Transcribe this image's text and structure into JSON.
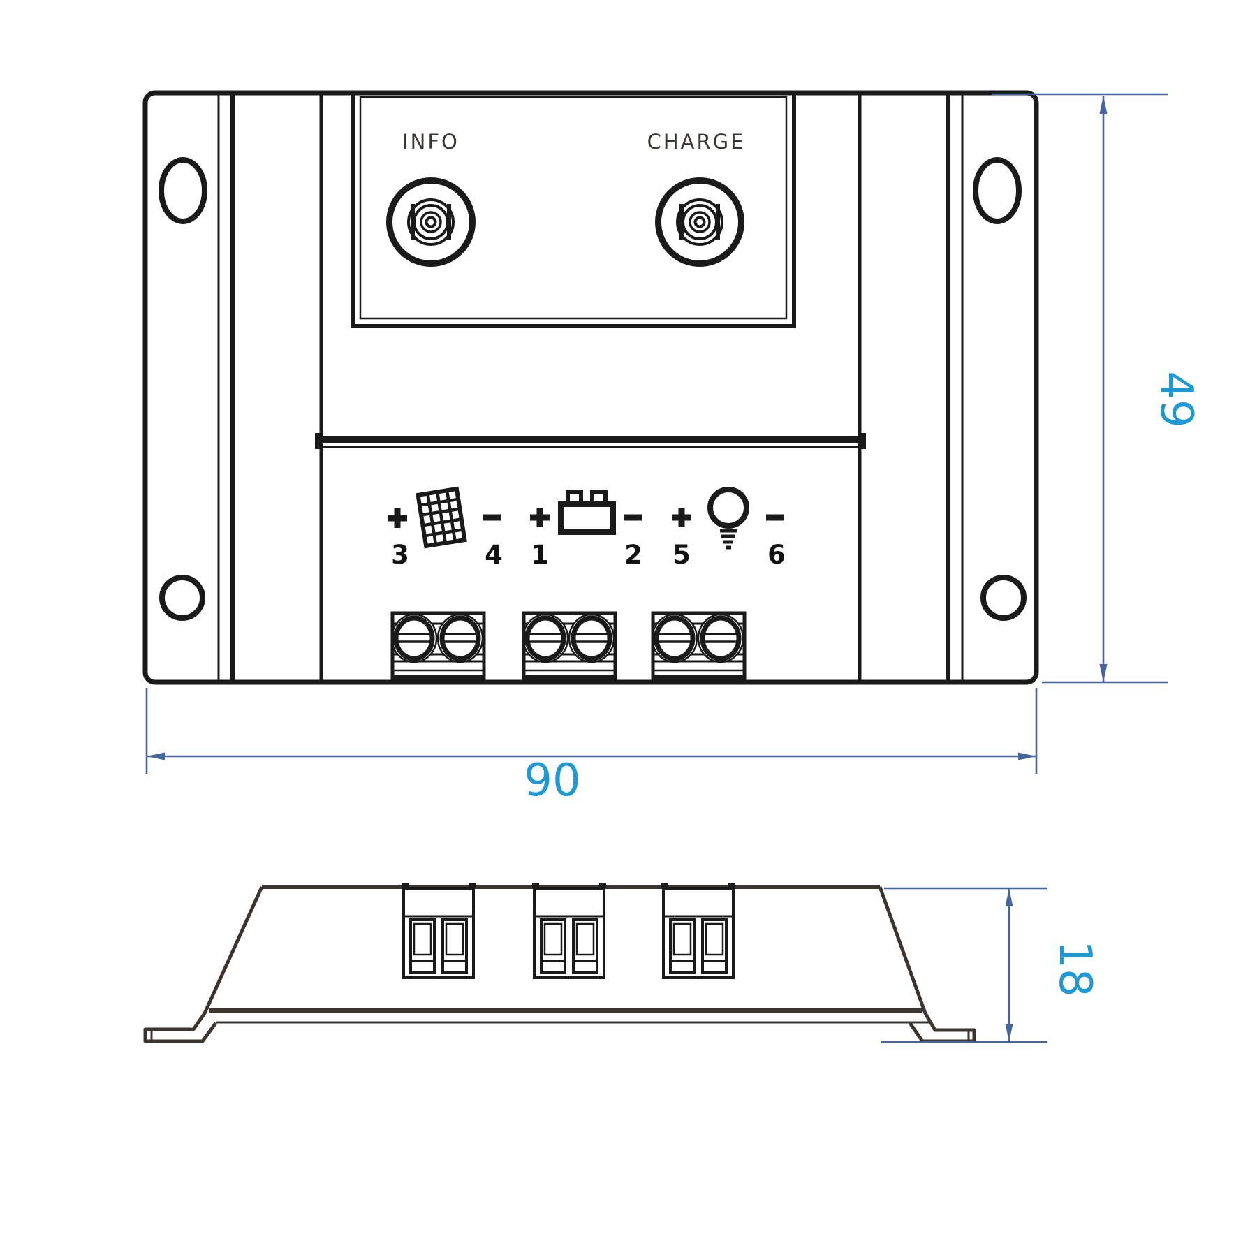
{
  "front_view": {
    "labels": {
      "info": "INFO",
      "charge": "CHARGE"
    },
    "terminal_symbols": {
      "solar": {
        "plus": "+",
        "minus": "−",
        "plus_terminal": "3",
        "minus_terminal": "4",
        "icon": "solar-panel-icon"
      },
      "battery": {
        "plus": "+",
        "minus": "−",
        "plus_terminal": "1",
        "minus_terminal": "2",
        "icon": "battery-icon"
      },
      "load": {
        "plus": "+",
        "minus": "−",
        "plus_terminal": "5",
        "minus_terminal": "6",
        "icon": "lamp-icon"
      }
    }
  },
  "dimensions": {
    "width_mm": "90",
    "height_mm": "49",
    "depth_mm": "18"
  },
  "colors": {
    "outline": "#1a1a1a",
    "side_outline": "#3a3531",
    "dimension_line": "#44659e",
    "dimension_text": "#1f99d6",
    "label_text": "#3a3632",
    "background": "#ffffff"
  }
}
